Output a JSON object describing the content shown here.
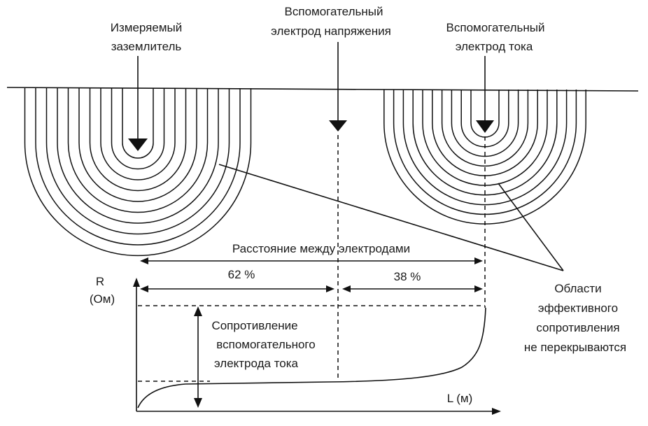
{
  "labels": {
    "measured_electrode": [
      "Измеряемый",
      "заземлитель"
    ],
    "voltage_electrode": [
      "Вспомогательный",
      "электрод напряжения"
    ],
    "current_electrode": [
      "Вспомогательный",
      "электрод тока"
    ],
    "distance": "Расстояние между электродами",
    "pct_62": "62 %",
    "pct_38": "38 %",
    "r_axis": [
      "R",
      "(Ом)"
    ],
    "l_axis": "L (м)",
    "aux_resistance": [
      "Сопротивление",
      "вспомогательного",
      "электрода тока"
    ],
    "regions_note": [
      "Области",
      "эффективного",
      "сопротивления",
      "не перекрываются"
    ]
  },
  "colors": {
    "ink": "#111111",
    "background": "#ffffff"
  }
}
